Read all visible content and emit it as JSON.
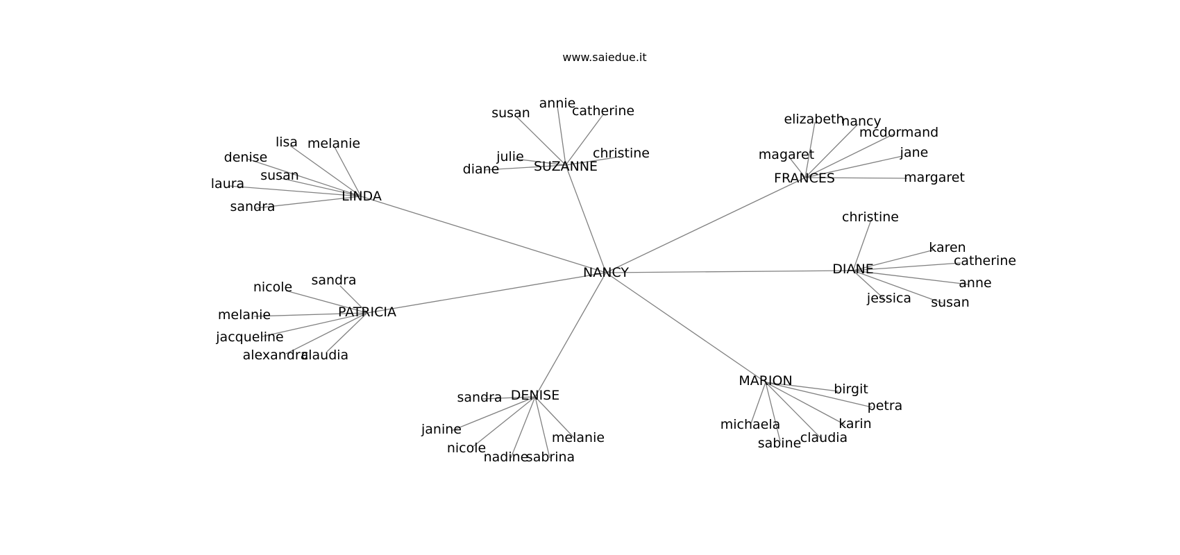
{
  "header": {
    "site": "www.saiedue.it"
  },
  "graph": {
    "center": {
      "id": "nancy",
      "label": "NANCY"
    },
    "hubs": [
      {
        "id": "linda",
        "label": "LINDA",
        "leaves": [
          {
            "id": "linda-lisa",
            "label": "lisa"
          },
          {
            "id": "linda-melanie",
            "label": "melanie"
          },
          {
            "id": "linda-denise",
            "label": "denise"
          },
          {
            "id": "linda-susan",
            "label": "susan"
          },
          {
            "id": "linda-laura",
            "label": "laura"
          },
          {
            "id": "linda-sandra",
            "label": "sandra"
          }
        ]
      },
      {
        "id": "suzanne",
        "label": "SUZANNE",
        "leaves": [
          {
            "id": "suzanne-annie",
            "label": "annie"
          },
          {
            "id": "suzanne-susan",
            "label": "susan"
          },
          {
            "id": "suzanne-catherine",
            "label": "catherine"
          },
          {
            "id": "suzanne-julie",
            "label": "julie"
          },
          {
            "id": "suzanne-christine",
            "label": "christine"
          },
          {
            "id": "suzanne-diane",
            "label": "diane"
          }
        ]
      },
      {
        "id": "frances",
        "label": "FRANCES",
        "leaves": [
          {
            "id": "frances-elizabeth",
            "label": "elizabeth"
          },
          {
            "id": "frances-nancy",
            "label": "nancy"
          },
          {
            "id": "frances-mcdormand",
            "label": "mcdormand"
          },
          {
            "id": "frances-magaret",
            "label": "magaret"
          },
          {
            "id": "frances-jane",
            "label": "jane"
          },
          {
            "id": "frances-margaret",
            "label": "margaret"
          }
        ]
      },
      {
        "id": "diane",
        "label": "DIANE",
        "leaves": [
          {
            "id": "diane-christine",
            "label": "christine"
          },
          {
            "id": "diane-karen",
            "label": "karen"
          },
          {
            "id": "diane-catherine",
            "label": "catherine"
          },
          {
            "id": "diane-anne",
            "label": "anne"
          },
          {
            "id": "diane-jessica",
            "label": "jessica"
          },
          {
            "id": "diane-susan",
            "label": "susan"
          }
        ]
      },
      {
        "id": "marion",
        "label": "MARION",
        "leaves": [
          {
            "id": "marion-birgit",
            "label": "birgit"
          },
          {
            "id": "marion-petra",
            "label": "petra"
          },
          {
            "id": "marion-karin",
            "label": "karin"
          },
          {
            "id": "marion-michaela",
            "label": "michaela"
          },
          {
            "id": "marion-claudia",
            "label": "claudia"
          },
          {
            "id": "marion-sabine",
            "label": "sabine"
          }
        ]
      },
      {
        "id": "denise",
        "label": "DENISE",
        "leaves": [
          {
            "id": "denise-sandra",
            "label": "sandra"
          },
          {
            "id": "denise-janine",
            "label": "janine"
          },
          {
            "id": "denise-melanie",
            "label": "melanie"
          },
          {
            "id": "denise-nicole",
            "label": "nicole"
          },
          {
            "id": "denise-nadine",
            "label": "nadine"
          },
          {
            "id": "denise-sabrina",
            "label": "sabrina"
          }
        ]
      },
      {
        "id": "patricia",
        "label": "PATRICIA",
        "leaves": [
          {
            "id": "patricia-sandra",
            "label": "sandra"
          },
          {
            "id": "patricia-nicole",
            "label": "nicole"
          },
          {
            "id": "patricia-melanie",
            "label": "melanie"
          },
          {
            "id": "patricia-jacqueline",
            "label": "jacqueline"
          },
          {
            "id": "patricia-alexandra",
            "label": "alexandra"
          },
          {
            "id": "patricia-claudia",
            "label": "claudia"
          }
        ]
      }
    ]
  }
}
